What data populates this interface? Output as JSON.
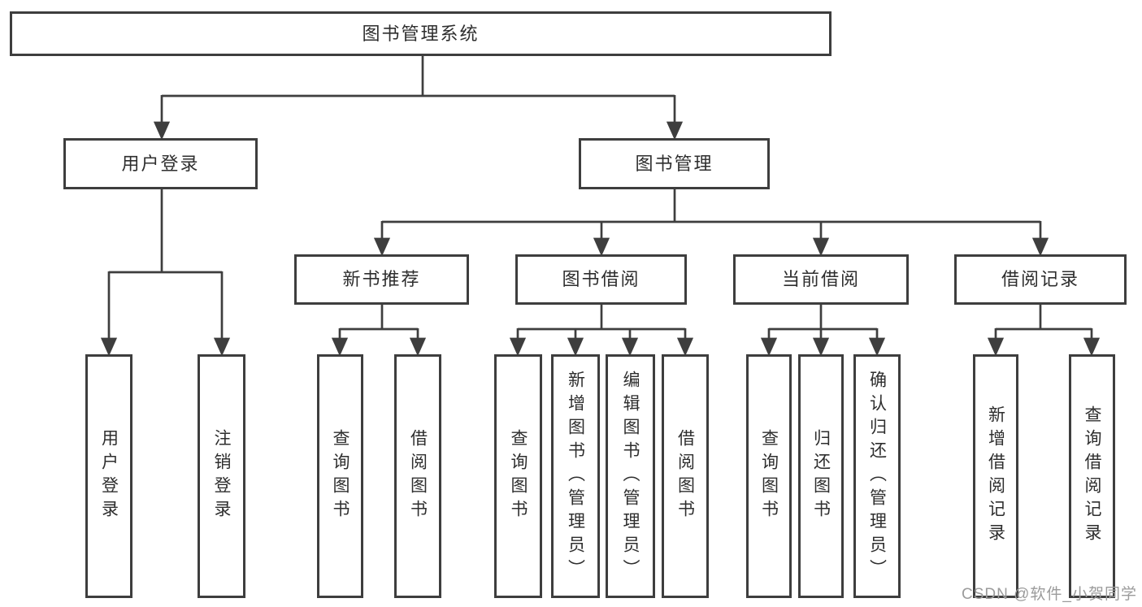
{
  "tree": {
    "label": "图书管理系统",
    "children": [
      {
        "label": "用户登录",
        "children": [
          {
            "label": "用户登录"
          },
          {
            "label": "注销登录"
          }
        ]
      },
      {
        "label": "图书管理",
        "children": [
          {
            "label": "新书推荐",
            "children": [
              {
                "label": "查询图书"
              },
              {
                "label": "借阅图书"
              }
            ]
          },
          {
            "label": "图书借阅",
            "children": [
              {
                "label": "查询图书"
              },
              {
                "label": "新增图书（管理员）"
              },
              {
                "label": "编辑图书（管理员）"
              },
              {
                "label": "借阅图书"
              }
            ]
          },
          {
            "label": "当前借阅",
            "children": [
              {
                "label": "查询图书"
              },
              {
                "label": "归还图书"
              },
              {
                "label": "确认归还（管理员）"
              }
            ]
          },
          {
            "label": "借阅记录",
            "children": [
              {
                "label": "新增借阅记录"
              },
              {
                "label": "查询借阅记录"
              }
            ]
          }
        ]
      }
    ]
  },
  "watermark": "CSDN @软件_小贺同学",
  "colors": {
    "line": "#3e3e3e",
    "text": "#2e2e2e",
    "watermark": "#9b9b9b",
    "background": "#ffffff"
  }
}
